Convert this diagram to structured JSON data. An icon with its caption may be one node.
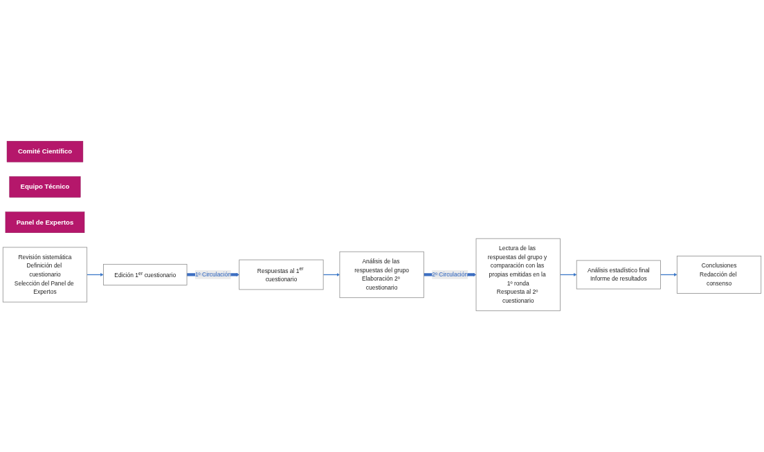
{
  "diagram": {
    "nodes": [
      {
        "text": [
          "Comité Científico"
        ]
      },
      {
        "text": [
          "Equipo Técnico"
        ]
      },
      {
        "text": [
          "Panel de Expertos"
        ]
      },
      {
        "text": [
          "Revisión sistemática",
          "Definición del cuestionario",
          "Selección del Panel de Expertos"
        ]
      },
      {
        "text": [
          "Edición 1$^{er}$ cuestionario"
        ]
      },
      {
        "text": [
          "Respuestas al 1$^{er}$ cuestionario"
        ]
      },
      {
        "text": [
          "Análisis de las respuestas del grupo",
          "Elaboración 2º cuestionario"
        ]
      },
      {
        "text": [
          "Lectura de las respuestas del grupo y comparación con las propias emitidas en la 1º ronda",
          "Respuesta al 2º cuestionario"
        ]
      },
      {
        "text": [
          "Análisis estadístico final",
          "Informe de resultados"
        ]
      },
      {
        "text": [
          "Conclusiones",
          "Redacción del consenso"
        ]
      }
    ],
    "edges": [
      {
        "from": 3,
        "to": 4,
        "arrow": "to"
      },
      {
        "from": 4,
        "to": 5,
        "arrow": "to",
        "label": "1º Circulación",
        "style": "thick"
      },
      {
        "from": 5,
        "to": 6,
        "arrow": "to"
      },
      {
        "from": 6,
        "to": 7,
        "arrow": "to",
        "label": "2º Circulación",
        "style": "thick"
      },
      {
        "from": 7,
        "to": 8,
        "arrow": "to"
      },
      {
        "from": 8,
        "to": 9,
        "arrow": "to"
      }
    ]
  }
}
